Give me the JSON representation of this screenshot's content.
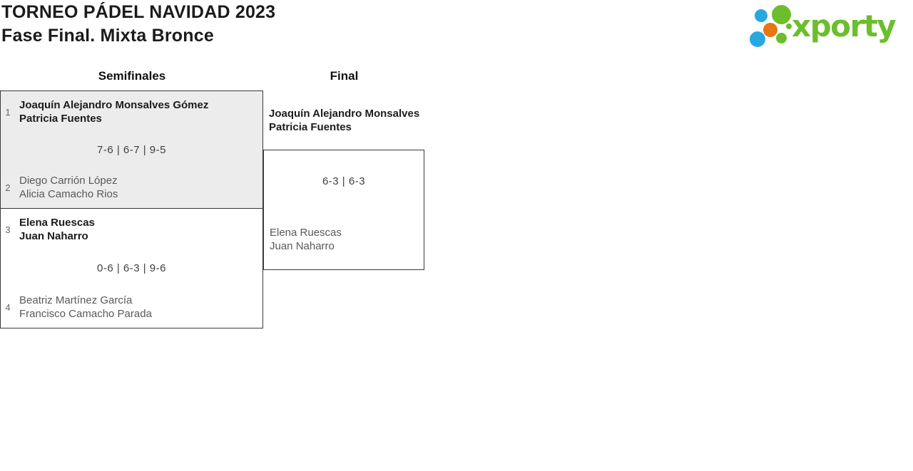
{
  "header": {
    "title": "TORNEO PÁDEL NAVIDAD 2023",
    "subtitle": "Fase Final. Mixta Bronce"
  },
  "logo": {
    "brand": "xporty"
  },
  "colors": {
    "brand_green": "#6CBE2C",
    "brand_blue": "#29A8E0",
    "brand_orange": "#E87711",
    "winner_text": "#1C1C1C",
    "secondary_text": "#595959",
    "match_fill_alt": "#ECECEC",
    "border": "#3A3A3A"
  },
  "bracket": {
    "rounds": [
      {
        "label": "Semifinales"
      },
      {
        "label": "Final"
      }
    ],
    "semifinals": [
      {
        "score": "7-6 | 6-7 | 9-5",
        "entries": [
          {
            "seed": "1",
            "line1": "Joaquín Alejandro Monsalves Gómez",
            "line2": "Patricia Fuentes",
            "winner": true
          },
          {
            "seed": "2",
            "line1": "Diego Carrión López",
            "line2": "Alicia Camacho Rios",
            "winner": false
          }
        ]
      },
      {
        "score": "0-6 | 6-3 | 9-6",
        "entries": [
          {
            "seed": "3",
            "line1": "Elena Ruescas",
            "line2": "Juan Naharro",
            "winner": true
          },
          {
            "seed": "4",
            "line1": "Beatriz Martínez García",
            "line2": "Francisco Camacho Parada",
            "winner": false
          }
        ]
      }
    ],
    "final": {
      "score": "6-3 | 6-3",
      "team_top": {
        "line1": "Joaquín Alejandro Monsalves",
        "line2": "Patricia Fuentes",
        "winner": true
      },
      "team_bottom": {
        "line1": "Elena Ruescas",
        "line2": "Juan Naharro",
        "winner": false
      }
    }
  }
}
